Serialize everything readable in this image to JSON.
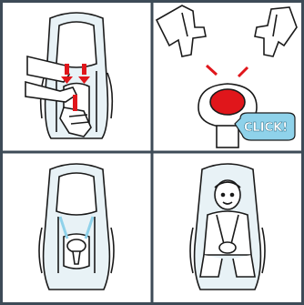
{
  "panels": [
    {
      "id": "step-1",
      "description_icon": "press-harness-release-icon"
    },
    {
      "id": "step-2",
      "description_icon": "buckle-click-icon"
    },
    {
      "id": "step-3",
      "description_icon": "harness-open-icon"
    },
    {
      "id": "step-4",
      "description_icon": "child-buckled-icon"
    }
  ],
  "click_badge": {
    "label": "CLICK!"
  },
  "colors": {
    "frame": "#3d4b57",
    "outline": "#1a1a1a",
    "seat_fill": "#e8f2f6",
    "accent_red": "#e0161b",
    "badge_blue": "#8fd2ea",
    "badge_text": "#ffffff"
  }
}
